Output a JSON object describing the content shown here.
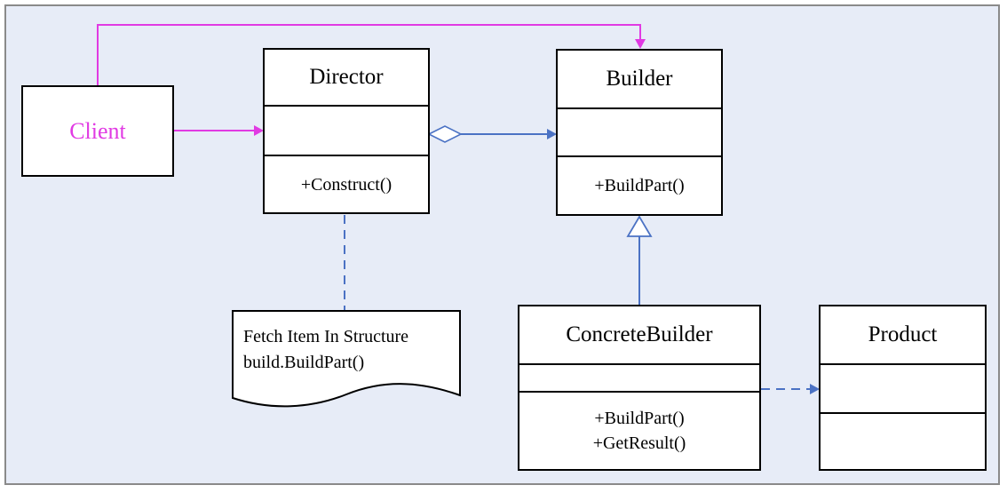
{
  "client": {
    "label": "Client"
  },
  "director": {
    "name": "Director",
    "operation": "+Construct()"
  },
  "builder": {
    "name": "Builder",
    "operation": "+BuildPart()"
  },
  "concrete_builder": {
    "name": "ConcreteBuilder",
    "operations": [
      "+BuildPart()",
      "+GetResult()"
    ]
  },
  "product": {
    "name": "Product"
  },
  "note": {
    "lines": [
      "Fetch Item In Structure",
      "build.BuildPart()"
    ]
  },
  "colors": {
    "client_connector": "#e13ae3",
    "uml_connector": "#4b72c4",
    "background": "#e7ecf7",
    "box_border": "#000000"
  }
}
